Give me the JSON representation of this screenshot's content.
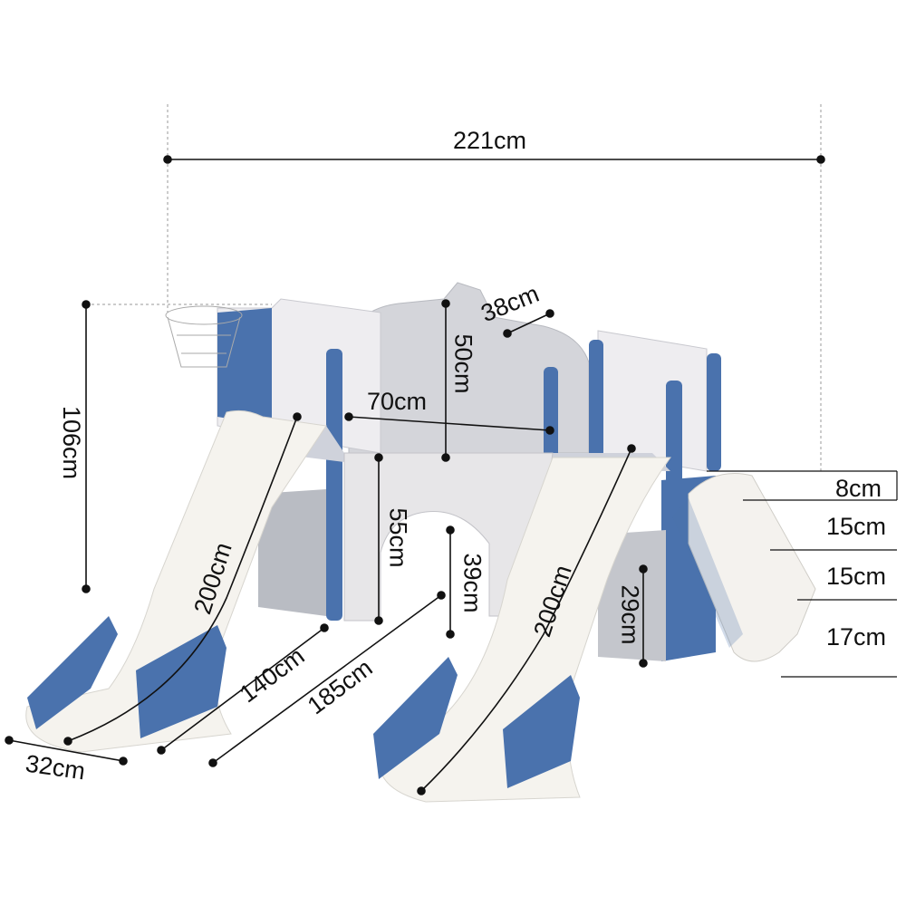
{
  "colors": {
    "blue": "#4a72ad",
    "light_blue": "#7d9fd0",
    "white_part": "#f4f2ee",
    "grey": "#d9dadf",
    "dark_grey": "#6f7680",
    "line": "#111111"
  },
  "dimensions": {
    "total_width": "221cm",
    "height": "106cm",
    "top_panel_width": "38cm",
    "top_panel_height": "50cm",
    "platform_width": "70cm",
    "platform_height": "55cm",
    "arch_height": "39cm",
    "slide_left_length": "200cm",
    "slide_right_length": "200cm",
    "depth_inner": "140cm",
    "depth_total": "185cm",
    "slide_width": "32cm",
    "low_height": "29cm",
    "step_1": "8cm",
    "step_2": "15cm",
    "step_3": "15cm",
    "step_4": "17cm"
  }
}
